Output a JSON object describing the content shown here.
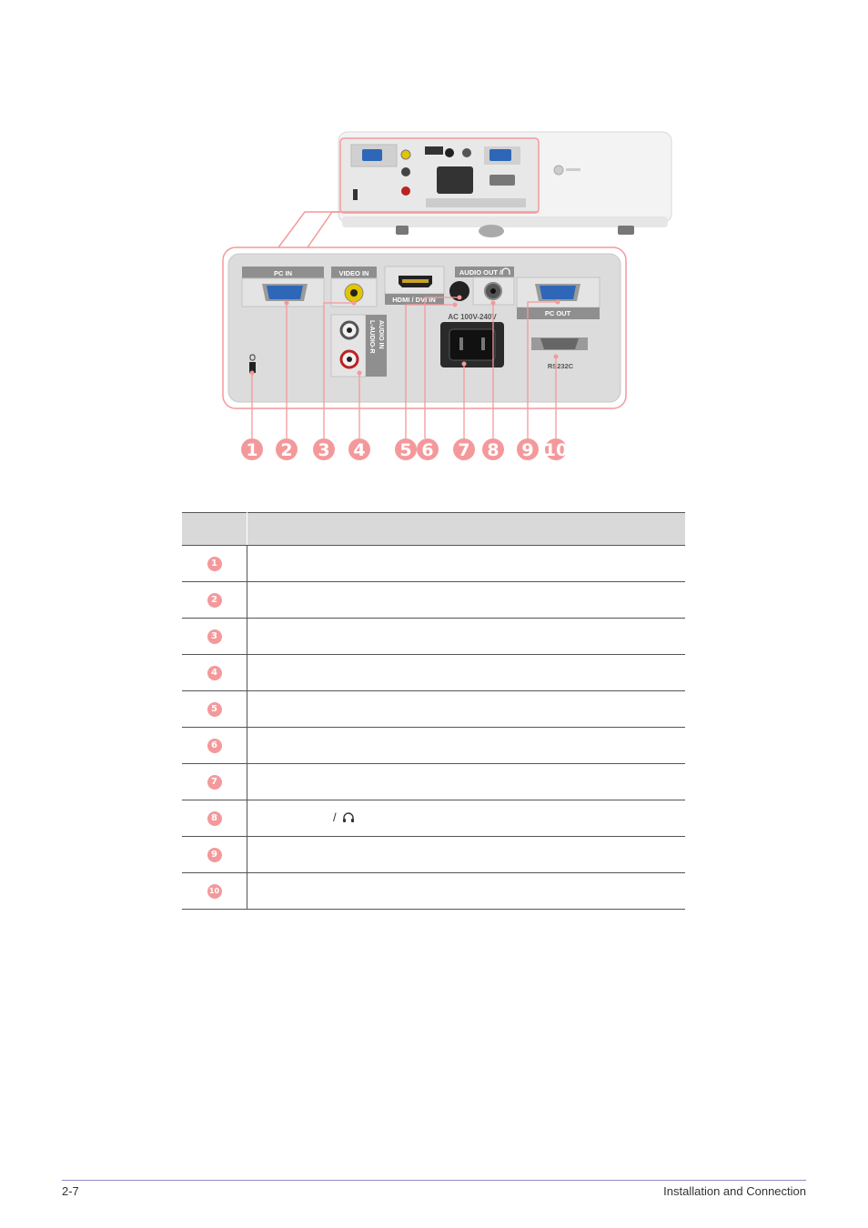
{
  "figure": {
    "labels": {
      "pc_in": "PC IN",
      "video_in": "VIDEO IN",
      "hdmi_dvi_in": "HDMI / DVI IN",
      "audio_out": "AUDIO OUT /",
      "pc_out": "PC OUT",
      "ac_power": "AC 100V-240V",
      "rs232c": "RS232C",
      "audio_in": "AUDIO IN",
      "audio_lr": "L-AUDIO-R"
    },
    "callouts": [
      "1",
      "2",
      "3",
      "4",
      "5",
      "6",
      "7",
      "8",
      "9",
      "10"
    ],
    "accent_color": "#f4999b",
    "panel_color": "#dcdcdc"
  },
  "table": {
    "header": [
      "",
      ""
    ],
    "rows": [
      {
        "num": "1",
        "desc": ""
      },
      {
        "num": "2",
        "desc": ""
      },
      {
        "num": "3",
        "desc": ""
      },
      {
        "num": "4",
        "desc": ""
      },
      {
        "num": "5",
        "desc": ""
      },
      {
        "num": "6",
        "desc": ""
      },
      {
        "num": "7",
        "desc": ""
      },
      {
        "num": "8",
        "desc": "/",
        "icon": "headphone-icon"
      },
      {
        "num": "9",
        "desc": ""
      },
      {
        "num": "10",
        "desc": ""
      }
    ]
  },
  "footer": {
    "page_number": "2-7",
    "section_title": "Installation and Connection"
  }
}
